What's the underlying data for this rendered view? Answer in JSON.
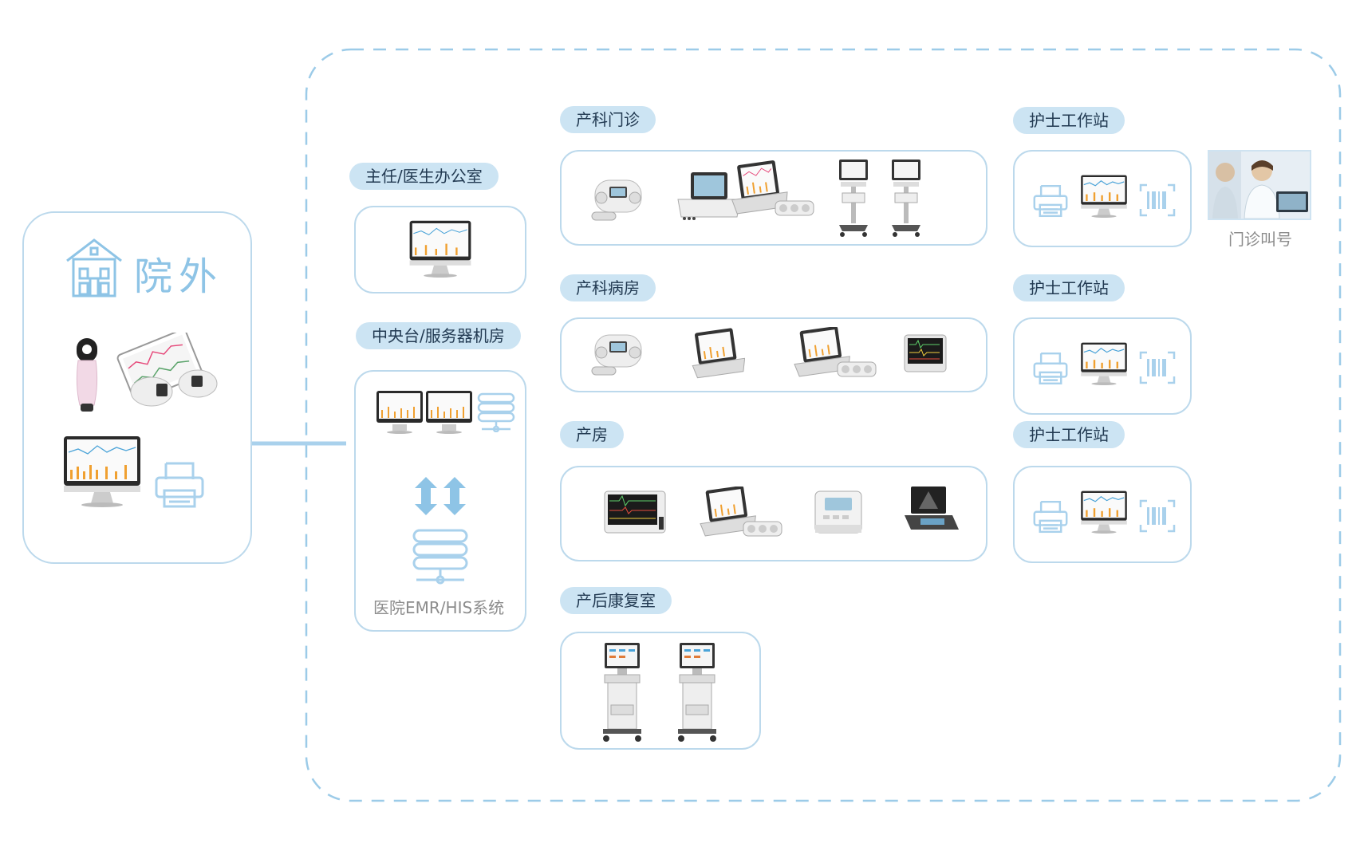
{
  "outside": {
    "title": "院外"
  },
  "zones": {
    "director_office": "主任/医生办公室",
    "central": "中央台/服务器机房",
    "emr": "医院EMR/HIS系统",
    "obstetric_clinic": "产科门诊",
    "obstetric_ward": "产科病房",
    "delivery_room": "产房",
    "postpartum": "产后康复室"
  },
  "nurse_stations": [
    "护士工作站",
    "护士工作站",
    "护士工作站"
  ],
  "outpatient_call": "门诊叫号",
  "colors": {
    "accent": "#8ec4e6",
    "pill_bg": "#cce4f3",
    "border": "#bcd9ec",
    "dash": "#9ccbe8"
  }
}
